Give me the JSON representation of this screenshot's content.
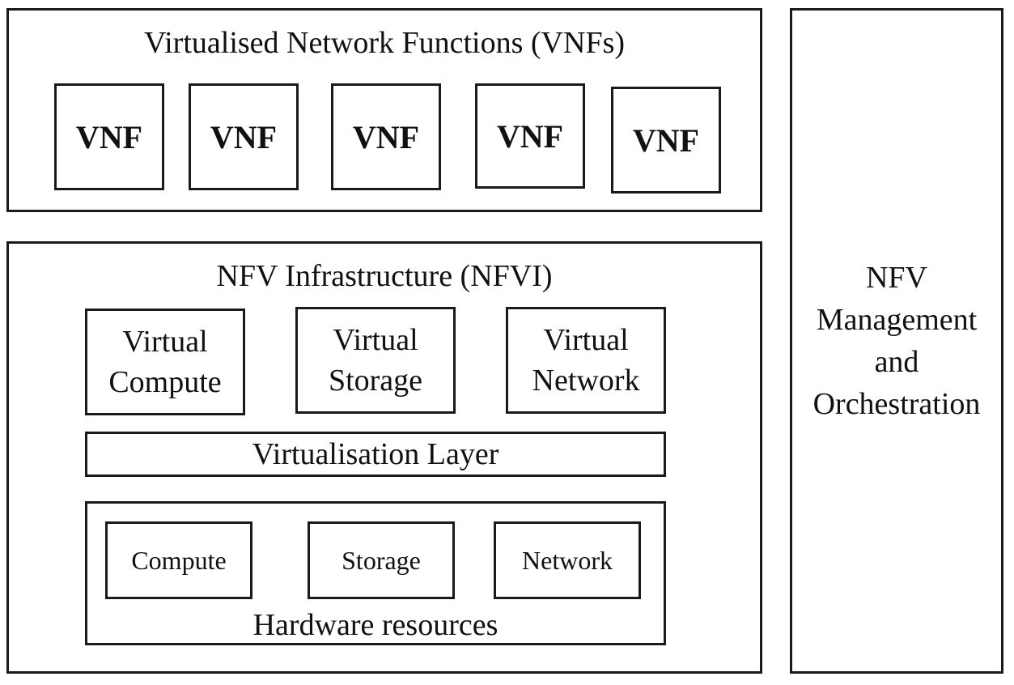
{
  "vnf_section": {
    "title": "Virtualised Network Functions (VNFs)",
    "vnfs": [
      "VNF",
      "VNF",
      "VNF",
      "VNF",
      "VNF"
    ]
  },
  "nfvi_section": {
    "title": "NFV Infrastructure (NFVI)",
    "virtual_resources": [
      {
        "line1": "Virtual",
        "line2": "Compute"
      },
      {
        "line1": "Virtual",
        "line2": "Storage"
      },
      {
        "line1": "Virtual",
        "line2": "Network"
      }
    ],
    "virtualisation_layer": "Virtualisation Layer",
    "hardware": {
      "title": "Hardware resources",
      "items": [
        "Compute",
        "Storage",
        "Network"
      ]
    }
  },
  "mano": {
    "lines": [
      "NFV",
      "Management",
      "and",
      "Orchestration"
    ]
  }
}
